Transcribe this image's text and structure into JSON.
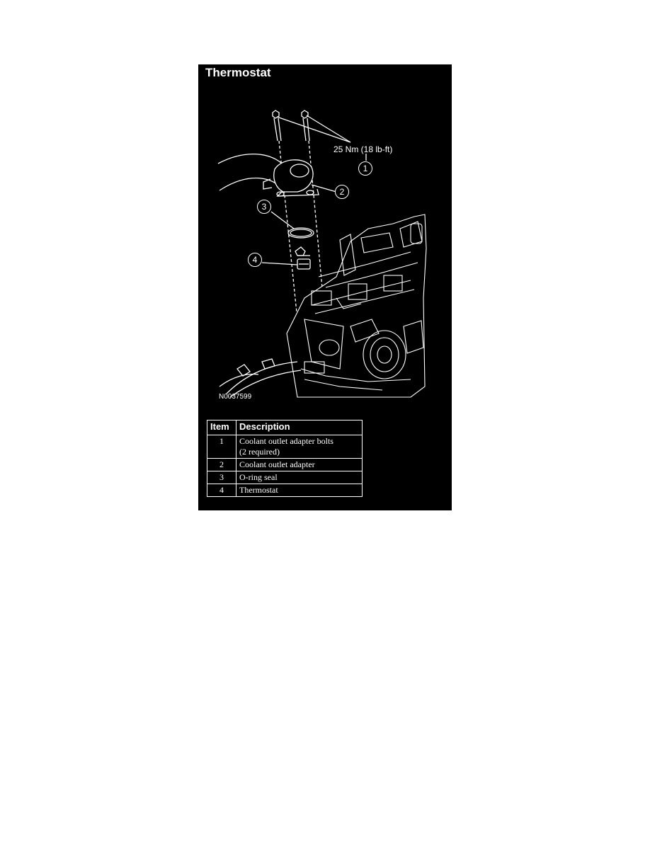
{
  "figure": {
    "title": "Thermostat",
    "torque_spec": "25 Nm (18 lb-ft)",
    "figure_code": "N0037599",
    "callouts": [
      "1",
      "2",
      "3",
      "4"
    ]
  },
  "legend": {
    "headers": {
      "item": "Item",
      "description": "Description"
    },
    "rows": [
      {
        "item": "1",
        "description_line1": "Coolant outlet adapter bolts",
        "description_line2": "(2 required)"
      },
      {
        "item": "2",
        "description_line1": "Coolant outlet adapter",
        "description_line2": ""
      },
      {
        "item": "3",
        "description_line1": "O-ring seal",
        "description_line2": ""
      },
      {
        "item": "4",
        "description_line1": "Thermostat",
        "description_line2": ""
      }
    ]
  },
  "colors": {
    "figure_background": "#000000",
    "line_art": "#ffffff",
    "page_background": "#ffffff"
  }
}
